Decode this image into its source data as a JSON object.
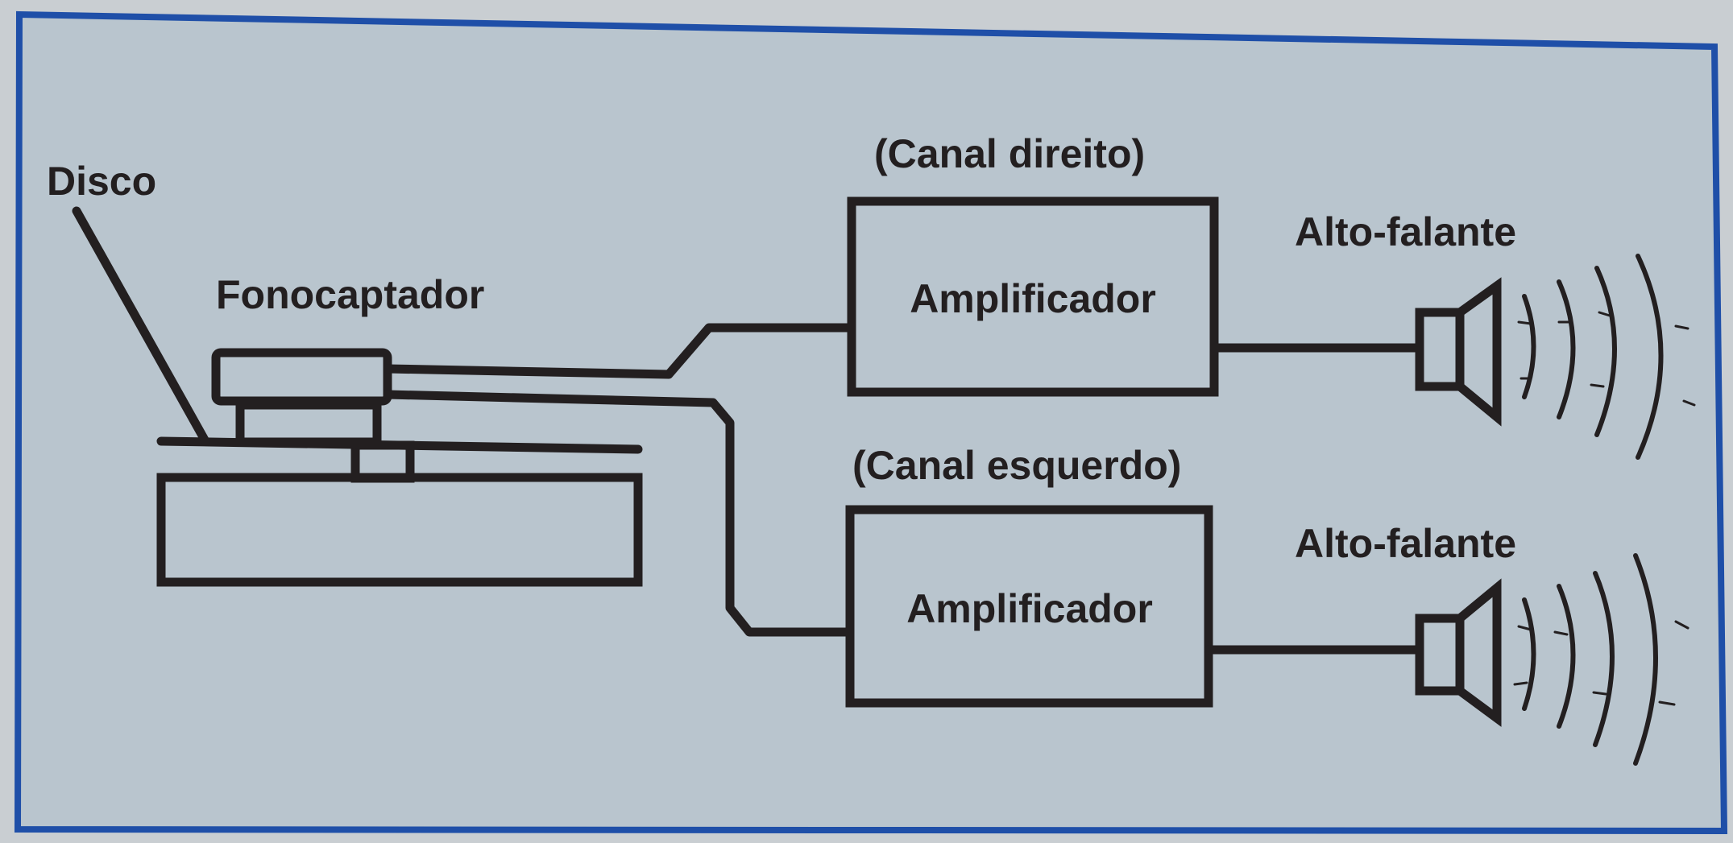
{
  "labels": {
    "disc": "Disco",
    "pickup": "Fonocaptador",
    "right_channel": "(Canal direito)",
    "left_channel": "(Canal esquerdo)",
    "amplifier_top": "Amplificador",
    "amplifier_bottom": "Amplificador",
    "speaker_top": "Alto-falante",
    "speaker_bottom": "Alto-falante"
  },
  "colors": {
    "background": "#b7c3cc",
    "border": "#1f4fa8",
    "ink": "#231f20"
  }
}
